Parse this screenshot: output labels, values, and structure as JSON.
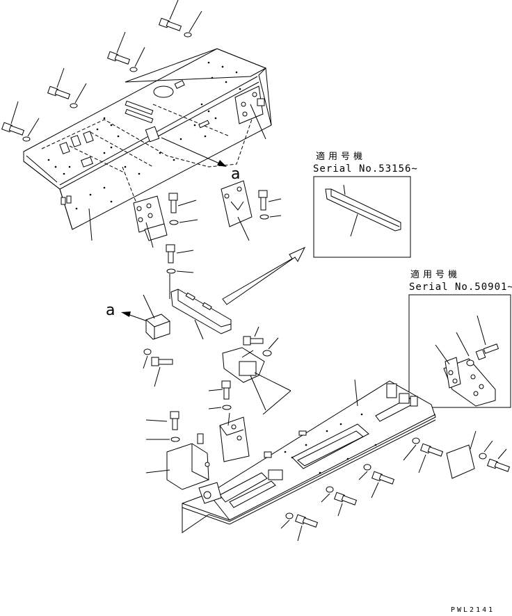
{
  "inset_top": {
    "applicability_label": "適用号機",
    "serial_label": "Serial No.53156~"
  },
  "inset_right": {
    "applicability_label": "適用号機",
    "serial_label": "Serial No.50901~"
  },
  "callouts": {
    "a_top": "a",
    "a_left": "a"
  },
  "drawing_code": "PWL2141"
}
